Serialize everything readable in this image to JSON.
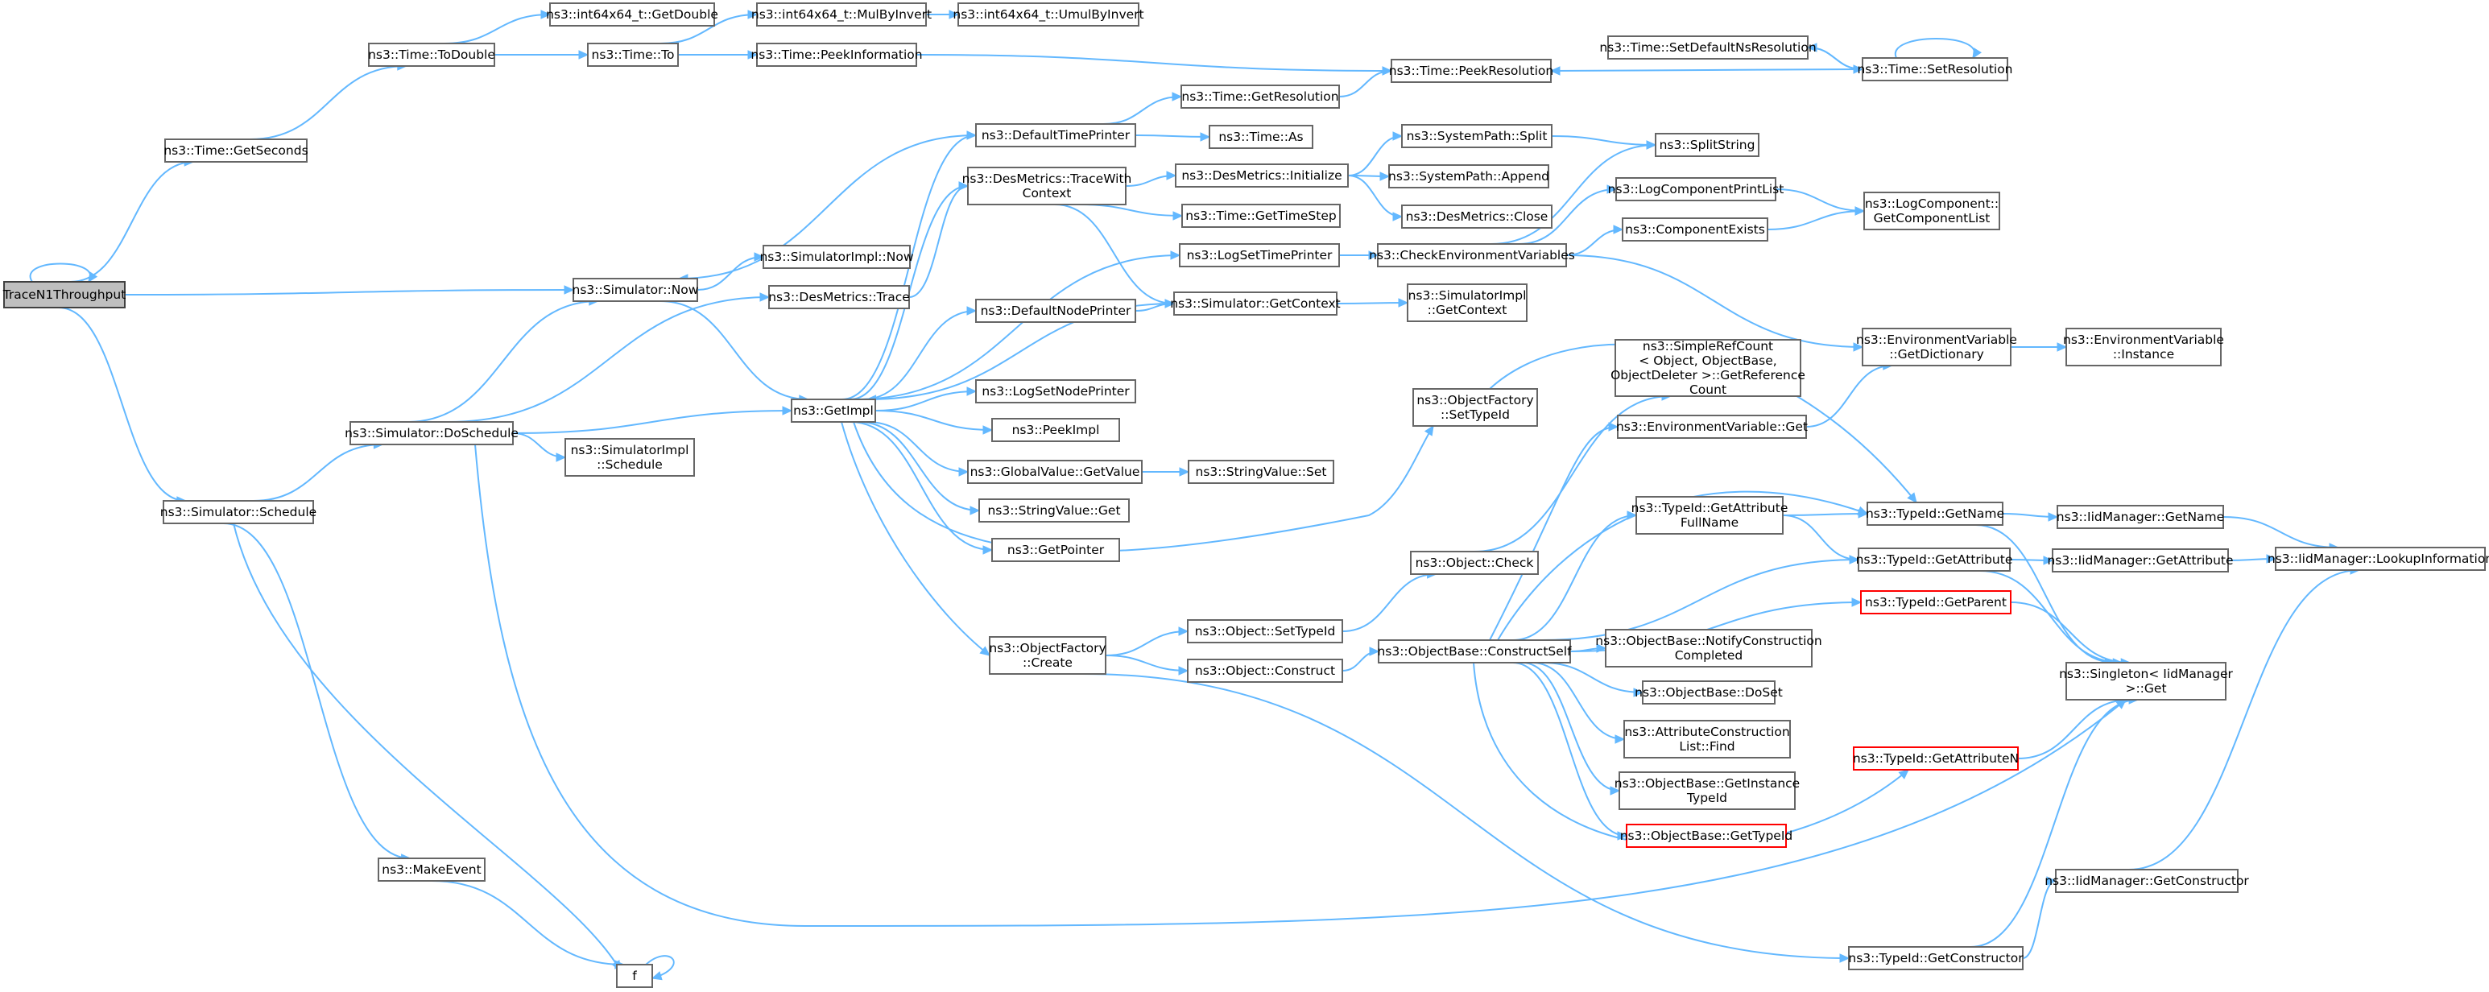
{
  "colors": {
    "edge": "#63b8ff",
    "node_border": "#666666",
    "root_fill": "#bfbfbf",
    "highlight_border": "#ff0000"
  },
  "nodes": {
    "root": {
      "lines": [
        "TraceN1Throughput"
      ]
    },
    "get_seconds": {
      "lines": [
        "ns3::Time::GetSeconds"
      ]
    },
    "simulator_now": {
      "lines": [
        "ns3::Simulator::Now"
      ]
    },
    "simulator_schedule": {
      "lines": [
        "ns3::Simulator::Schedule"
      ]
    },
    "to_double": {
      "lines": [
        "ns3::Time::ToDouble"
      ]
    },
    "get_double": {
      "lines": [
        "ns3::int64x64_t::GetDouble"
      ]
    },
    "time_to": {
      "lines": [
        "ns3::Time::To"
      ]
    },
    "mul_by_invert": {
      "lines": [
        "ns3::int64x64_t::MulByInvert"
      ]
    },
    "umul_by_invert": {
      "lines": [
        "ns3::int64x64_t::UmulByInvert"
      ]
    },
    "peek_information": {
      "lines": [
        "ns3::Time::PeekInformation"
      ]
    },
    "peek_resolution": {
      "lines": [
        "ns3::Time::PeekResolution"
      ]
    },
    "set_default_ns_resolution": {
      "lines": [
        "ns3::Time::SetDefaultNsResolution"
      ]
    },
    "set_resolution": {
      "lines": [
        "ns3::Time::SetResolution"
      ]
    },
    "default_time_printer": {
      "lines": [
        "ns3::DefaultTimePrinter"
      ]
    },
    "get_resolution": {
      "lines": [
        "ns3::Time::GetResolution"
      ]
    },
    "time_as": {
      "lines": [
        "ns3::Time::As"
      ]
    },
    "simimpl_now": {
      "lines": [
        "ns3::SimulatorImpl::Now"
      ]
    },
    "desmetrics_trace": {
      "lines": [
        "ns3::DesMetrics::Trace"
      ]
    },
    "desmetrics_tracewithcontext": {
      "lines": [
        "ns3::DesMetrics::TraceWith",
        "Context"
      ]
    },
    "desmetrics_initialize": {
      "lines": [
        "ns3::DesMetrics::Initialize"
      ]
    },
    "systempath_split": {
      "lines": [
        "ns3::SystemPath::Split"
      ]
    },
    "split_string": {
      "lines": [
        "ns3::SplitString"
      ]
    },
    "systempath_append": {
      "lines": [
        "ns3::SystemPath::Append"
      ]
    },
    "desmetrics_close": {
      "lines": [
        "ns3::DesMetrics::Close"
      ]
    },
    "get_time_step": {
      "lines": [
        "ns3::Time::GetTimeStep"
      ]
    },
    "log_component_print_list": {
      "lines": [
        "ns3::LogComponentPrintList"
      ]
    },
    "log_component_get_list": {
      "lines": [
        "ns3::LogComponent::",
        "GetComponentList"
      ]
    },
    "component_exists": {
      "lines": [
        "ns3::ComponentExists"
      ]
    },
    "log_set_time_printer": {
      "lines": [
        "ns3::LogSetTimePrinter"
      ]
    },
    "check_env_vars": {
      "lines": [
        "ns3::CheckEnvironmentVariables"
      ]
    },
    "default_node_printer": {
      "lines": [
        "ns3::DefaultNodePrinter"
      ]
    },
    "simulator_getcontext": {
      "lines": [
        "ns3::Simulator::GetContext"
      ]
    },
    "simimpl_getcontext": {
      "lines": [
        "ns3::SimulatorImpl",
        "::GetContext"
      ]
    },
    "env_get_dictionary": {
      "lines": [
        "ns3::EnvironmentVariable",
        "::GetDictionary"
      ]
    },
    "env_instance": {
      "lines": [
        "ns3::EnvironmentVariable",
        "::Instance"
      ]
    },
    "simulator_doschedule": {
      "lines": [
        "ns3::Simulator::DoSchedule"
      ]
    },
    "get_impl": {
      "lines": [
        "ns3::GetImpl"
      ]
    },
    "simimpl_schedule": {
      "lines": [
        "ns3::SimulatorImpl",
        "::Schedule"
      ]
    },
    "log_set_node_printer": {
      "lines": [
        "ns3::LogSetNodePrinter"
      ]
    },
    "peek_impl": {
      "lines": [
        "ns3::PeekImpl"
      ]
    },
    "globalvalue_getvalue": {
      "lines": [
        "ns3::GlobalValue::GetValue"
      ]
    },
    "stringvalue_set": {
      "lines": [
        "ns3::StringValue::Set"
      ]
    },
    "stringvalue_get": {
      "lines": [
        "ns3::StringValue::Get"
      ]
    },
    "get_pointer": {
      "lines": [
        "ns3::GetPointer"
      ]
    },
    "objectfactory_settypeid": {
      "lines": [
        "ns3::ObjectFactory",
        "::SetTypeId"
      ]
    },
    "simplerefcount_getref": {
      "lines": [
        "ns3::SimpleRefCount",
        "< Object, ObjectBase,",
        "ObjectDeleter >::GetReference",
        "Count"
      ]
    },
    "envvar_get": {
      "lines": [
        "ns3::EnvironmentVariable::Get"
      ]
    },
    "typeid_getattrfullname": {
      "lines": [
        "ns3::TypeId::GetAttribute",
        "FullName"
      ]
    },
    "typeid_getname": {
      "lines": [
        "ns3::TypeId::GetName"
      ]
    },
    "iidmanager_getname": {
      "lines": [
        "ns3::IidManager::GetName"
      ]
    },
    "iidmanager_lookupinfo": {
      "lines": [
        "ns3::IidManager::LookupInformation"
      ]
    },
    "object_check": {
      "lines": [
        "ns3::Object::Check"
      ]
    },
    "typeid_getattribute": {
      "lines": [
        "ns3::TypeId::GetAttribute"
      ]
    },
    "iidmanager_getattribute": {
      "lines": [
        "ns3::IidManager::GetAttribute"
      ]
    },
    "typeid_getparent": {
      "lines": [
        "ns3::TypeId::GetParent"
      ]
    },
    "objectfactory_create": {
      "lines": [
        "ns3::ObjectFactory",
        "::Create"
      ]
    },
    "object_settypeid": {
      "lines": [
        "ns3::Object::SetTypeId"
      ]
    },
    "object_construct": {
      "lines": [
        "ns3::Object::Construct"
      ]
    },
    "objectbase_constructself": {
      "lines": [
        "ns3::ObjectBase::ConstructSelf"
      ]
    },
    "objectbase_notify": {
      "lines": [
        "ns3::ObjectBase::NotifyConstruction",
        "Completed"
      ]
    },
    "singleton_get": {
      "lines": [
        "ns3::Singleton< IidManager",
        ">::Get"
      ]
    },
    "objectbase_doset": {
      "lines": [
        "ns3::ObjectBase::DoSet"
      ]
    },
    "attrconstlist_find": {
      "lines": [
        "ns3::AttributeConstruction",
        "List::Find"
      ]
    },
    "typeid_getattributen": {
      "lines": [
        "ns3::TypeId::GetAttributeN"
      ]
    },
    "objectbase_getinstancetypeid": {
      "lines": [
        "ns3::ObjectBase::GetInstance",
        "TypeId"
      ]
    },
    "objectbase_gettypeid": {
      "lines": [
        "ns3::ObjectBase::GetTypeId"
      ]
    },
    "make_event": {
      "lines": [
        "ns3::MakeEvent"
      ]
    },
    "iidmanager_getconstructor": {
      "lines": [
        "ns3::IidManager::GetConstructor"
      ]
    },
    "f": {
      "lines": [
        "f"
      ]
    },
    "typeid_getconstructor": {
      "lines": [
        "ns3::TypeId::GetConstructor"
      ]
    }
  }
}
